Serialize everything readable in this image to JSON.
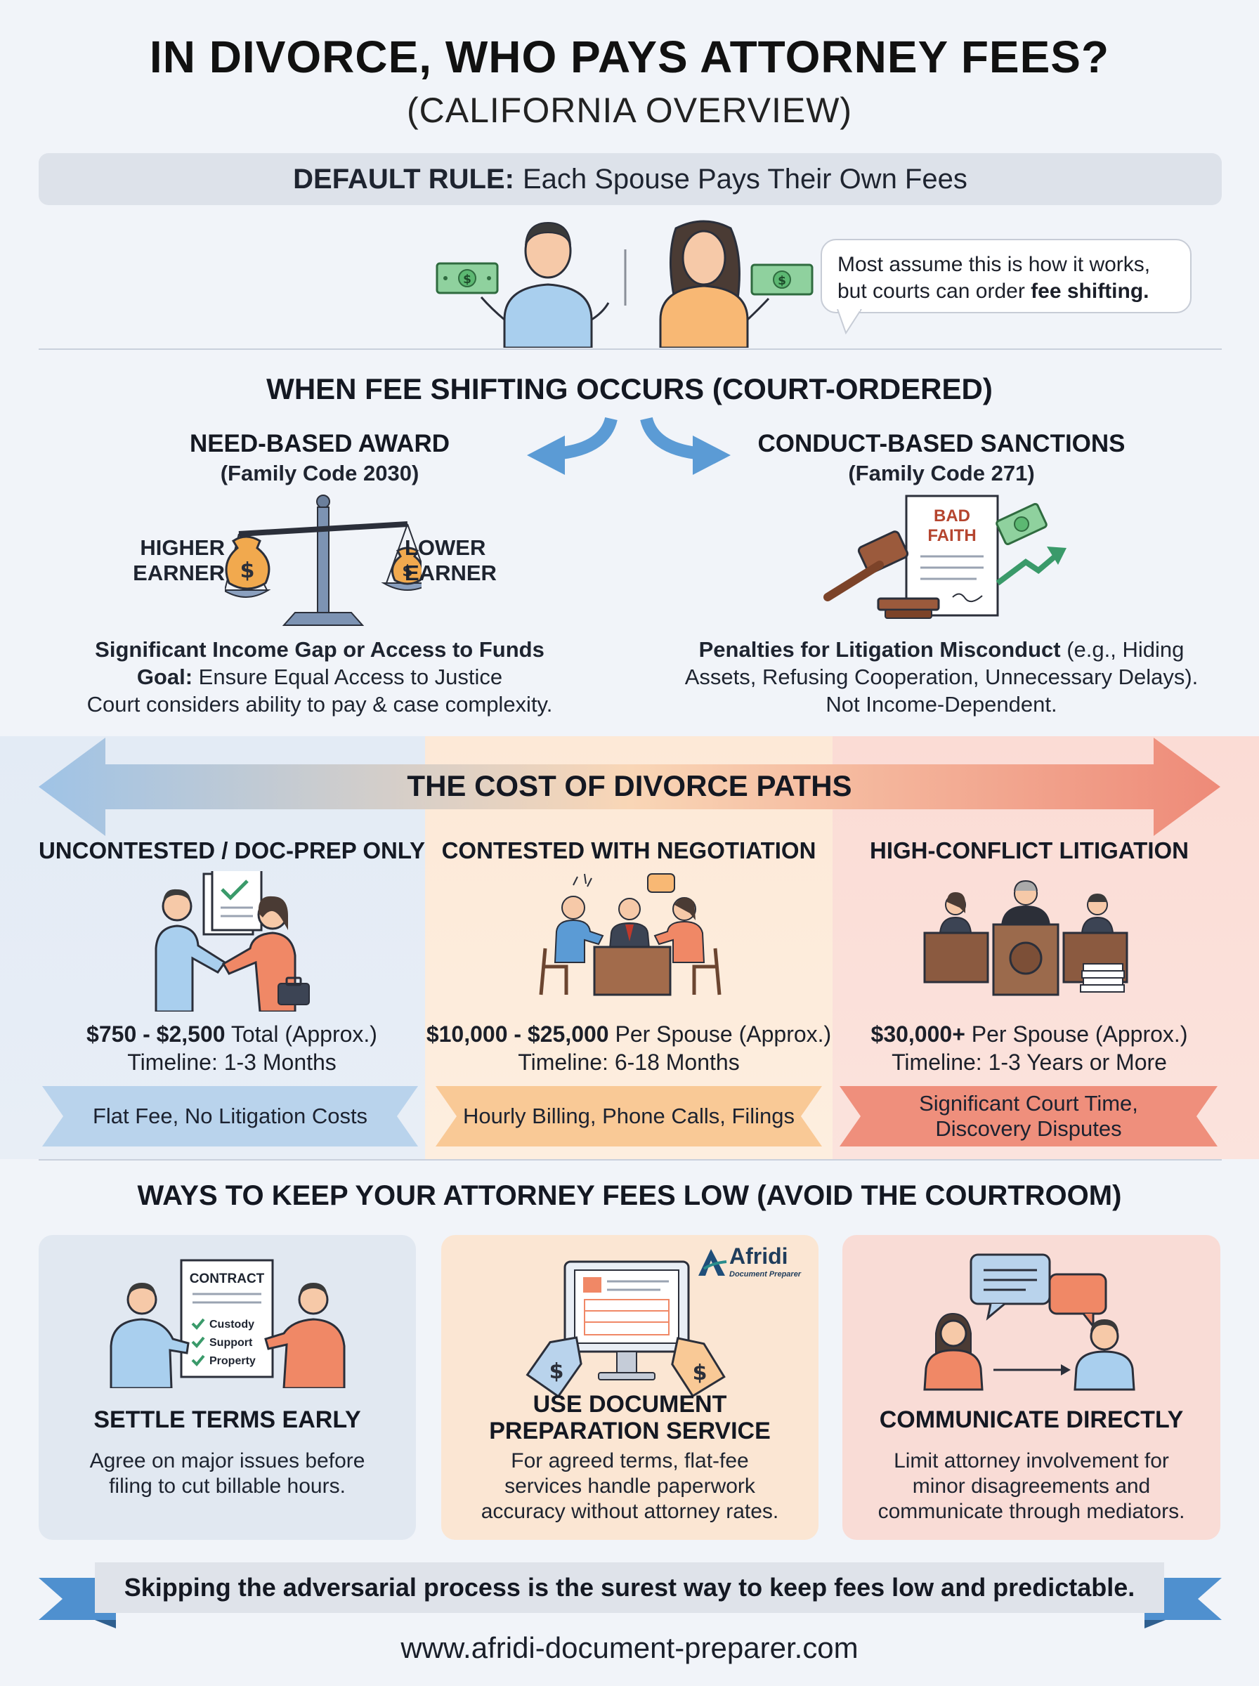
{
  "header": {
    "title": "IN DIVORCE, WHO PAYS ATTORNEY FEES?",
    "subtitle": "(CALIFORNIA OVERVIEW)"
  },
  "default_rule": {
    "label": "DEFAULT RULE:",
    "text": "Each Spouse Pays Their Own Fees",
    "bubble_line1": "Most assume this is how it works,",
    "bubble_line2_pre": "but courts can order ",
    "bubble_line2_bold": "fee shifting."
  },
  "fee_shifting": {
    "heading": "WHEN FEE SHIFTING OCCURS (COURT-ORDERED)",
    "need": {
      "title": "NEED-BASED AWARD",
      "code": "(Family Code 2030)",
      "higher": "HIGHER",
      "higher2": "EARNER",
      "lower": "LOWER",
      "lower2": "EARNER",
      "line1": "Significant Income Gap or Access to Funds",
      "goal_label": "Goal:",
      "goal_text": " Ensure Equal Access to Justice",
      "line3": "Court considers ability to pay & case complexity."
    },
    "conduct": {
      "title": "CONDUCT-BASED SANCTIONS",
      "code": "(Family Code 271)",
      "doc_label1": "BAD",
      "doc_label2": "FAITH",
      "line1_bold": "Penalties for Litigation Misconduct",
      "line1_rest": " (e.g., Hiding",
      "line2": "Assets, Refusing Cooperation, Unnecessary Delays).",
      "line3": "Not Income-Dependent."
    }
  },
  "cost_paths": {
    "heading": "THE COST OF DIVORCE PATHS",
    "paths": [
      {
        "title": "UNCONTESTED / DOC-PREP ONLY",
        "cost_bold": "$750 - $2,500",
        "cost_rest": " Total (Approx.)",
        "timeline": "Timeline: 1-3 Months",
        "ribbon1": "Flat Fee, No Litigation Costs",
        "ribbon2": ""
      },
      {
        "title": "CONTESTED WITH NEGOTIATION",
        "cost_bold": "$10,000 - $25,000",
        "cost_rest": " Per Spouse (Approx.)",
        "timeline": "Timeline: 6-18 Months",
        "ribbon1": "Hourly Billing, Phone Calls, Filings",
        "ribbon2": ""
      },
      {
        "title": "HIGH-CONFLICT LITIGATION",
        "cost_bold": "$30,000+",
        "cost_rest": " Per Spouse (Approx.)",
        "timeline": "Timeline: 1-3 Years or More",
        "ribbon1": "Significant Court Time,",
        "ribbon2": "Discovery Disputes"
      }
    ],
    "colors": {
      "blue": "#9fc3e6",
      "orange": "#f7c28d",
      "red": "#ee8a78"
    }
  },
  "tips": {
    "heading": "WAYS TO KEEP YOUR ATTORNEY FEES LOW (AVOID THE COURTROOM)",
    "cards": [
      {
        "title1": "SETTLE TERMS EARLY",
        "title2": "",
        "desc1": "Agree on major issues before",
        "desc2": "filing to cut billable hours.",
        "desc3": ""
      },
      {
        "title1": "USE DOCUMENT",
        "title2": "PREPARATION SERVICE",
        "desc1": "For agreed terms, flat-fee",
        "desc2": "services handle paperwork",
        "desc3": "accuracy without attorney rates."
      },
      {
        "title1": "COMMUNICATE DIRECTLY",
        "title2": "",
        "desc1": "Limit attorney involvement for",
        "desc2": "minor disagreements and",
        "desc3": "communicate through mediators."
      }
    ],
    "contract": {
      "title": "CONTRACT",
      "items": [
        "Custody",
        "Support",
        "Property"
      ]
    },
    "logo": {
      "name": "Afridi",
      "tagline": "Document Preparer"
    }
  },
  "footer": {
    "banner": "Skipping the adversarial process is the surest way to keep fees low and predictable.",
    "website": "www.afridi-document-preparer.com"
  },
  "icons": [
    "money-icon",
    "person-icon",
    "scale-icon",
    "money-bag-icon",
    "gavel-icon",
    "document-icon",
    "arrow-icon",
    "handshake-icon",
    "briefcase-icon",
    "negotiation-table-icon",
    "courtroom-icon",
    "contract-icon",
    "computer-icon",
    "price-tag-icon",
    "chat-bubble-icon"
  ]
}
